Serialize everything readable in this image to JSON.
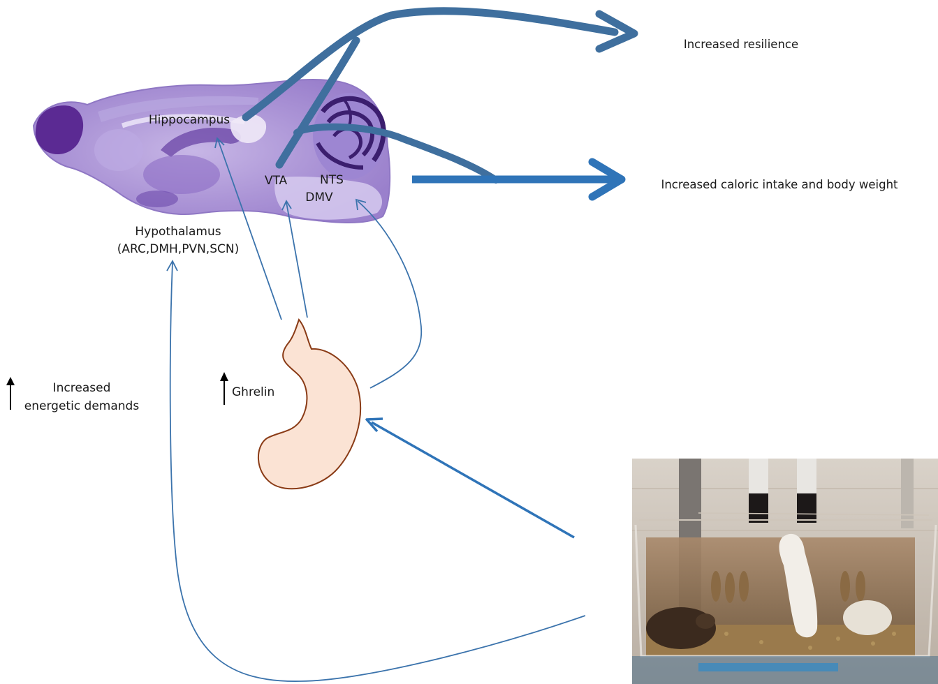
{
  "labels": {
    "hippocampus": "Hippocampus",
    "vta": "VTA",
    "nts": "NTS",
    "dmv": "DMV",
    "hypothalamus": "Hypothalamus",
    "hypothalamus_nuclei": "(ARC,DMH,PVN,SCN)",
    "energetic_line1": "Increased",
    "energetic_line2": "energetic demands",
    "ghrelin": "Ghrelin",
    "outcome_resilience": "Increased resilience",
    "outcome_intake": "Increased caloric intake and body weight"
  },
  "images": {
    "brain": "sagittal mouse brain section (Nissl stain)",
    "stomach": "stomach-icon",
    "cage": "photo of two mice in a cage"
  },
  "colors": {
    "thick_arrow": "#3f6f9e",
    "thick_arrow_bright": "#2f74b8",
    "thin_arrow": "#3b73ac",
    "stomach_fill": "#fbe3d4",
    "stomach_stroke": "#8a3b16",
    "brain_stain": "#7b5fb3",
    "brain_dark": "#3b1e6e"
  }
}
